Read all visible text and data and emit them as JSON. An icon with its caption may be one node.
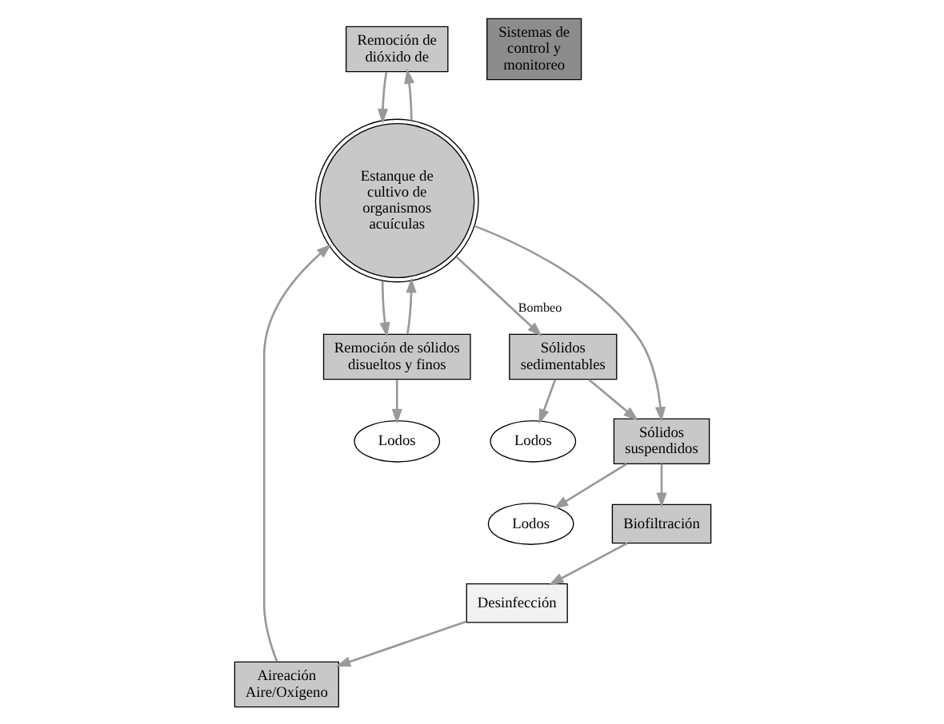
{
  "diagram": {
    "nodes": [
      {
        "text": [
          "Remoción de dióxido de"
        ]
      },
      {
        "text": [
          "Aireación Aire/Oxígeno"
        ]
      },
      {
        "text": [
          "Estanque de cultivo de organismos acuículas"
        ]
      },
      {
        "text": [
          "Desinfección"
        ]
      },
      {
        "text": [
          "Remoción de sólidos disueltos y finos"
        ]
      },
      {
        "text": [
          "Biofiltración"
        ]
      },
      {
        "text": [
          "Lodos"
        ]
      },
      {
        "text": [
          "Sólidos sedimentables"
        ]
      },
      {
        "text": [
          "Sólidos suspendidos"
        ]
      },
      {
        "text": [
          "Sistemas de control y monitoreo"
        ]
      },
      {
        "text": [
          "Lodos"
        ]
      },
      {
        "text": [
          "Lodos"
        ]
      }
    ],
    "edges": [
      {
        "from": 0,
        "to": 2,
        "arrow": "to"
      },
      {
        "from": 2,
        "to": 0,
        "arrow": "to"
      },
      {
        "from": 1,
        "to": 2,
        "arrow": "to"
      },
      {
        "from": 3,
        "to": 1,
        "arrow": "to"
      },
      {
        "from": 5,
        "to": 3,
        "arrow": "to"
      },
      {
        "from": 8,
        "to": 5,
        "arrow": "to"
      },
      {
        "from": 4,
        "to": 2,
        "arrow": "to"
      },
      {
        "from": 2,
        "to": 4,
        "arrow": "to"
      },
      {
        "from": 4,
        "to": 6,
        "arrow": "to"
      },
      {
        "from": 2,
        "to": 7,
        "arrow": "to",
        "label": "Bombeo"
      },
      {
        "from": 2,
        "to": 8,
        "arrow": "to"
      },
      {
        "from": 7,
        "to": 8,
        "arrow": "to"
      },
      {
        "from": 7,
        "to": 10,
        "arrow": "to"
      },
      {
        "from": 8,
        "to": 11,
        "arrow": "to"
      }
    ]
  }
}
